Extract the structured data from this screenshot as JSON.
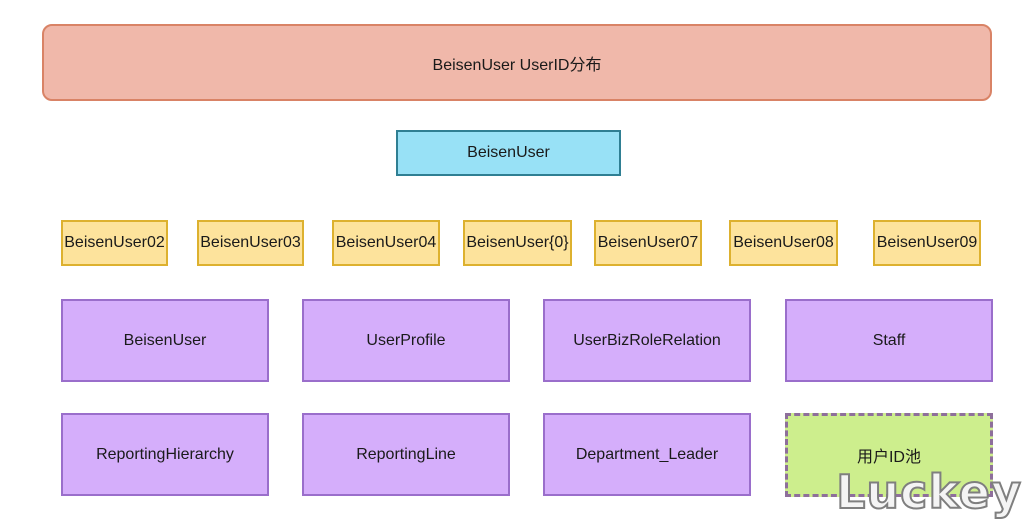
{
  "title": "BeisenUser UserID分布",
  "root": "BeisenUser",
  "shards": [
    "BeisenUser02",
    "BeisenUser03",
    "BeisenUser04",
    "BeisenUser{0}",
    "BeisenUser07",
    "BeisenUser08",
    "BeisenUser09"
  ],
  "tables_row1": [
    "BeisenUser",
    "UserProfile",
    "UserBizRoleRelation",
    "Staff"
  ],
  "tables_row2": [
    "ReportingHierarchy",
    "ReportingLine",
    "Department_Leader"
  ],
  "pool": "用户ID池",
  "watermark": "Luckey",
  "colors": {
    "title_fill": "#f0b8aa",
    "root_fill": "#98e1f6",
    "shard_fill": "#fde39c",
    "table_fill": "#d5aefb",
    "pool_fill": "#cdee8d"
  }
}
